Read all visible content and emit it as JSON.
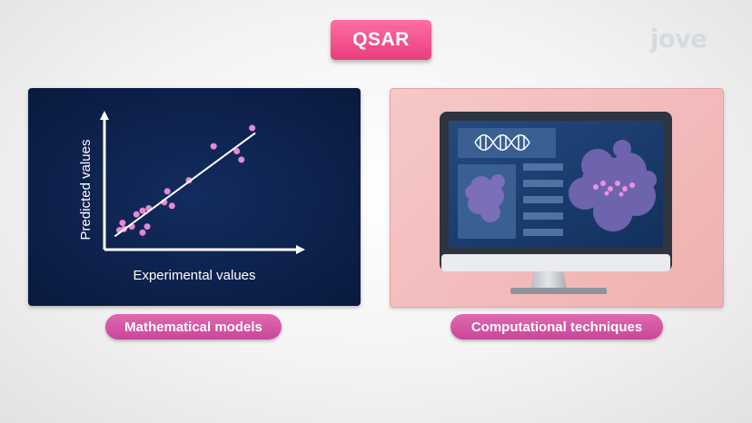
{
  "header": {
    "title": "QSAR",
    "logo_text": "jove"
  },
  "left_panel": {
    "caption": "Mathematical models",
    "chart_data": {
      "type": "scatter",
      "xlabel": "Experimental values",
      "ylabel": "Predicted values",
      "title": "",
      "grid": false,
      "axis_ticks": false,
      "xlim": [
        0,
        10
      ],
      "ylim": [
        0,
        10
      ],
      "points": [
        {
          "x": 0.5,
          "y": 1.0
        },
        {
          "x": 0.7,
          "y": 1.6
        },
        {
          "x": 0.8,
          "y": 1.1
        },
        {
          "x": 1.3,
          "y": 1.3
        },
        {
          "x": 1.6,
          "y": 2.3
        },
        {
          "x": 2.0,
          "y": 0.8
        },
        {
          "x": 2.0,
          "y": 2.6
        },
        {
          "x": 2.3,
          "y": 1.3
        },
        {
          "x": 2.4,
          "y": 2.8
        },
        {
          "x": 3.4,
          "y": 3.3
        },
        {
          "x": 3.6,
          "y": 4.2
        },
        {
          "x": 3.9,
          "y": 3.0
        },
        {
          "x": 5.0,
          "y": 5.1
        },
        {
          "x": 6.6,
          "y": 7.9
        },
        {
          "x": 8.1,
          "y": 7.5
        },
        {
          "x": 8.4,
          "y": 6.8
        },
        {
          "x": 9.1,
          "y": 9.4
        }
      ],
      "trendline": {
        "x": [
          0.2,
          9.3
        ],
        "y": [
          0.5,
          9.0
        ]
      },
      "colors": {
        "point": "#e489d6",
        "line": "#ffffff",
        "axis": "#ffffff"
      }
    }
  },
  "right_panel": {
    "caption": "Computational techniques",
    "icons": [
      "monitor-icon",
      "dna-icon",
      "protein-structure-icon",
      "ligand-molecule-icon"
    ],
    "colors": {
      "panel": "#f2bcbc",
      "screen": "#1b3766",
      "protein": "#7a6fb8",
      "ligand": "#f090e0"
    }
  }
}
